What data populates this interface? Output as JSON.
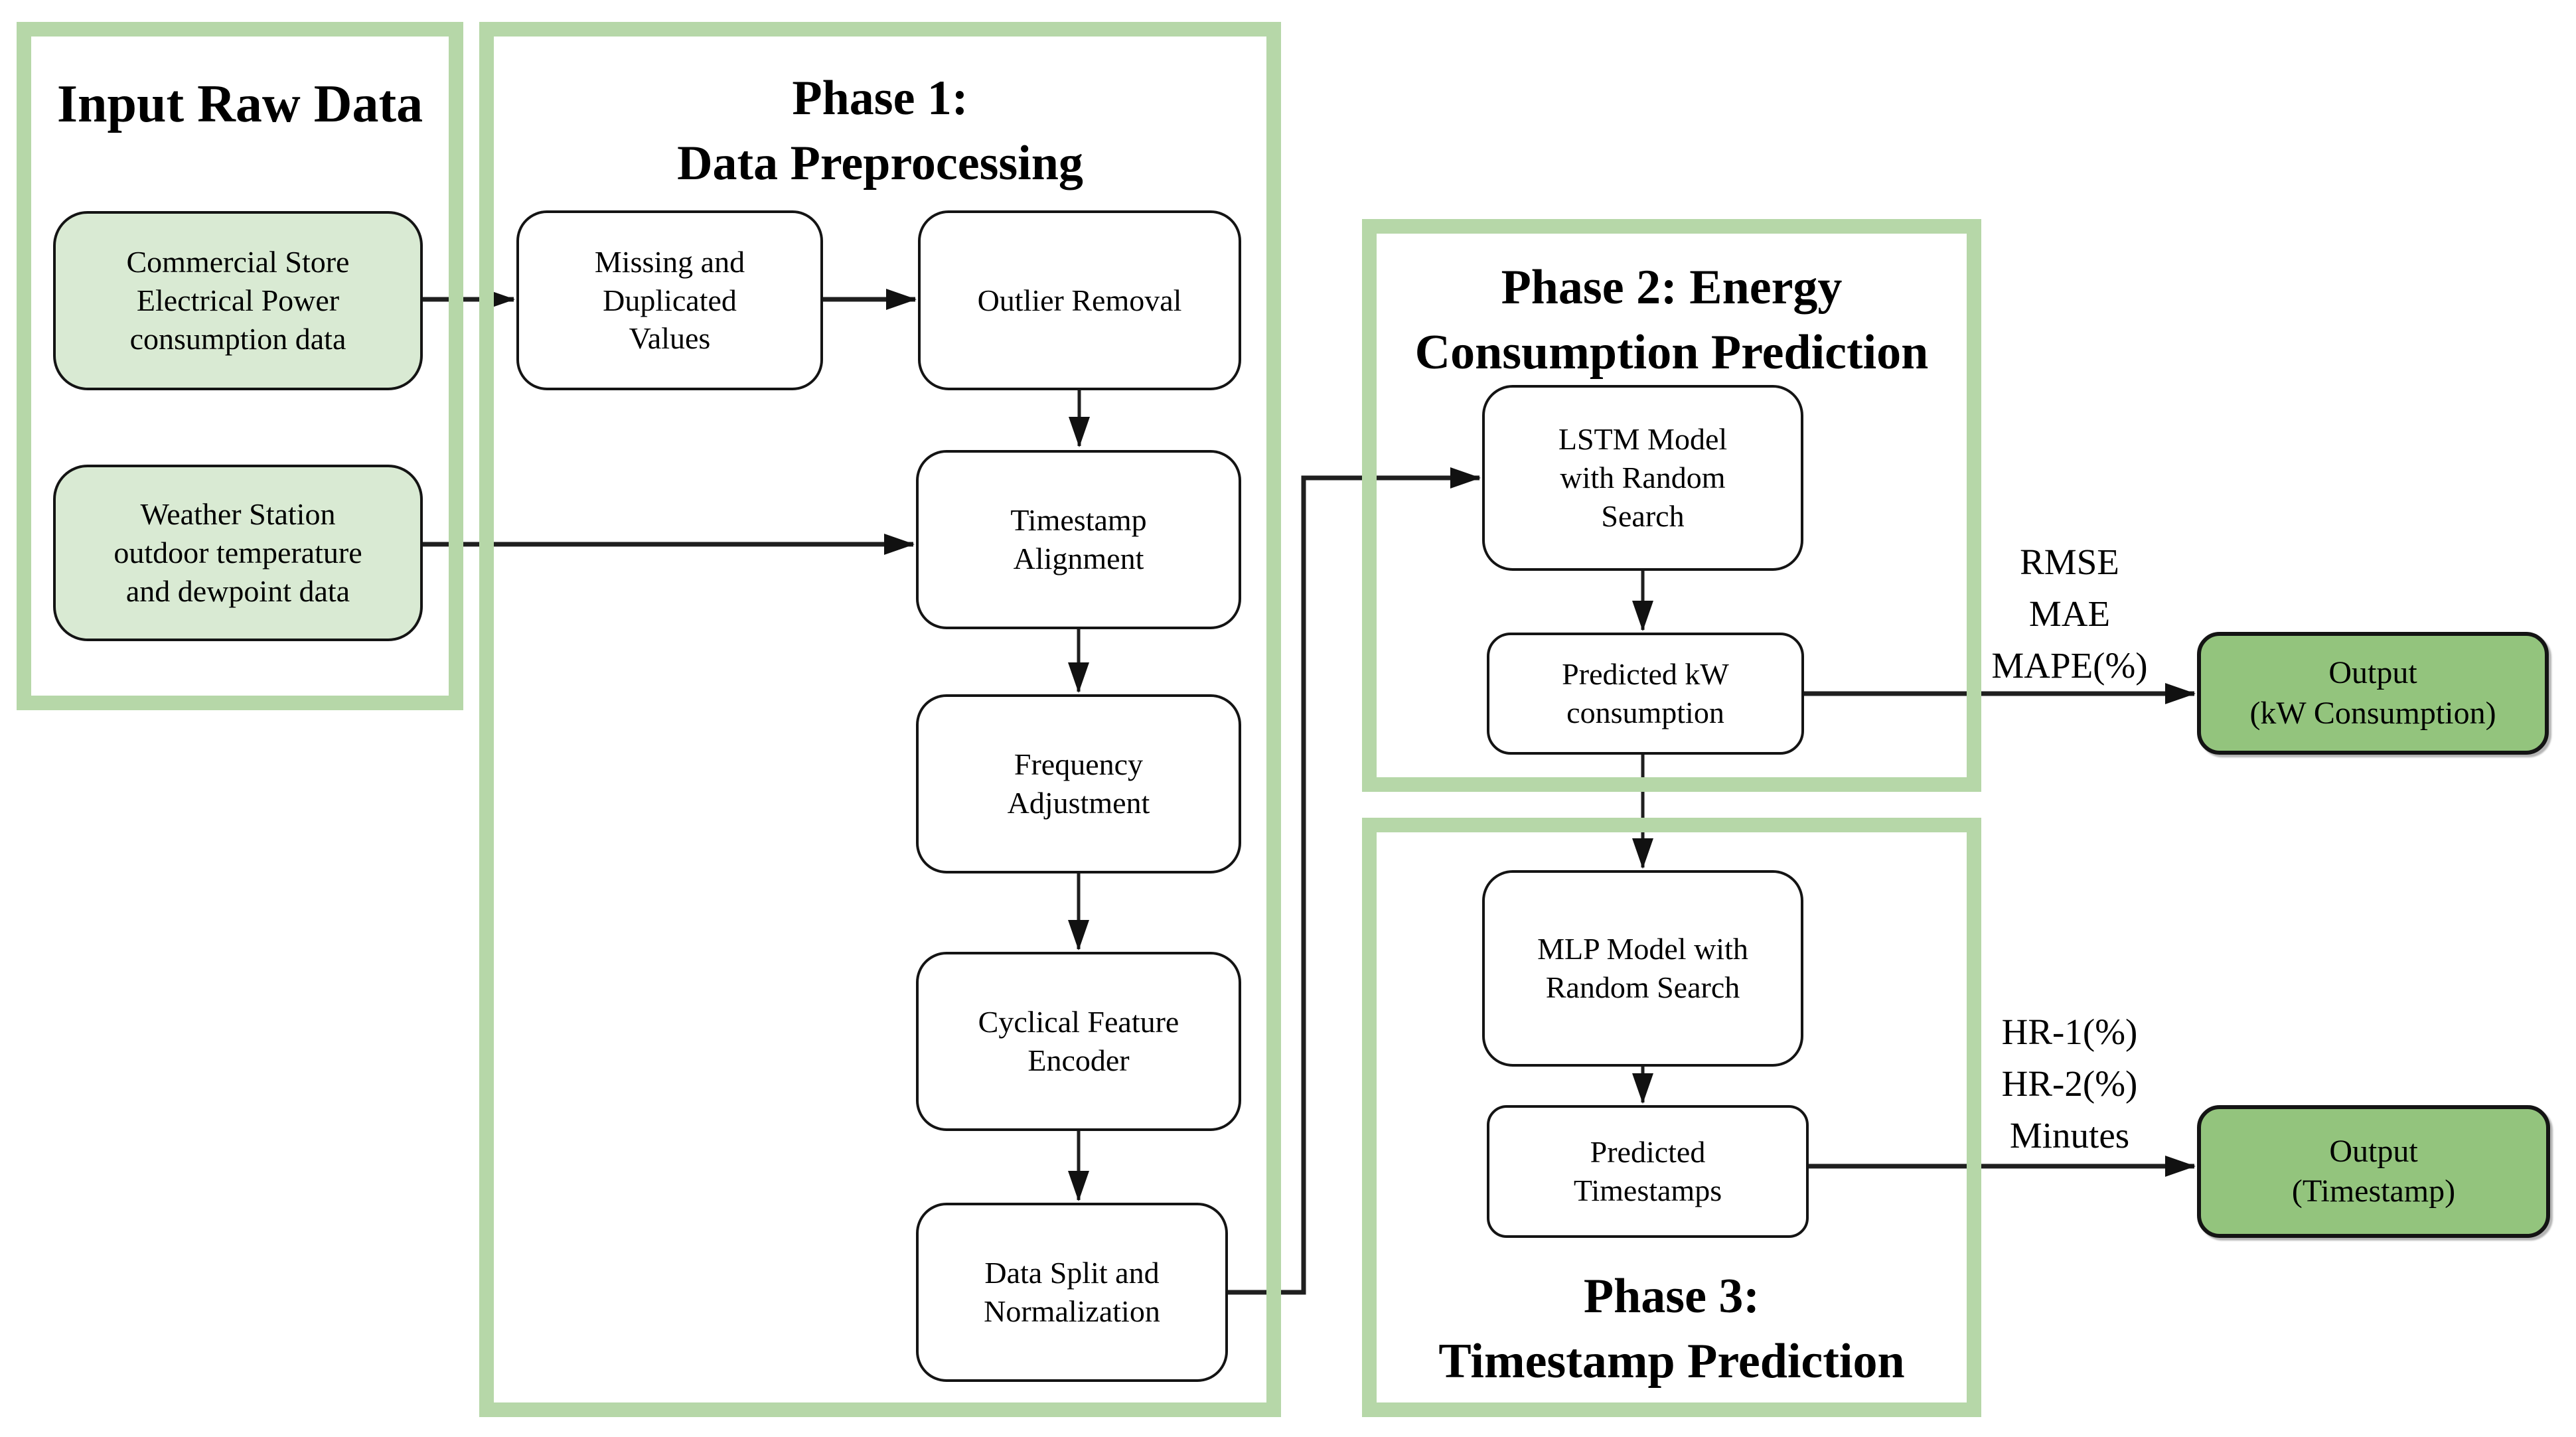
{
  "colors": {
    "panel_border_green": "#b6d7a8",
    "input_box_fill": "#d9ead3",
    "output_box_fill": "#93c47d",
    "process_box_fill": "#ffffff",
    "line_color": "#1f1f1f",
    "text_color": "#000000"
  },
  "input_panel": {
    "title": "Input Raw Data",
    "boxes": [
      {
        "label": "Commercial Store\nElectrical Power\nconsumption data"
      },
      {
        "label": "Weather Station\noutdoor temperature\nand dewpoint data"
      }
    ]
  },
  "phase1": {
    "title": "Phase 1:\nData Preprocessing",
    "steps": [
      "Missing and\nDuplicated\nValues",
      "Outlier Removal",
      "Timestamp\nAlignment",
      "Frequency\nAdjustment",
      "Cyclical Feature\nEncoder",
      "Data Split and\nNormalization"
    ]
  },
  "phase2": {
    "title": "Phase 2: Energy\nConsumption Prediction",
    "steps": [
      "LSTM Model\nwith Random\nSearch",
      "Predicted kW\nconsumption"
    ]
  },
  "phase3": {
    "title": "Phase 3:\nTimestamp Prediction",
    "steps": [
      "MLP Model with\nRandom Search",
      "Predicted\nTimestamps"
    ]
  },
  "outputs": [
    {
      "metrics": "RMSE\nMAE\nMAPE(%)",
      "label": "Output\n(kW Consumption)"
    },
    {
      "metrics": "HR-1(%)\nHR-2(%)\nMinutes",
      "label": "Output\n(Timestamp)"
    }
  ]
}
